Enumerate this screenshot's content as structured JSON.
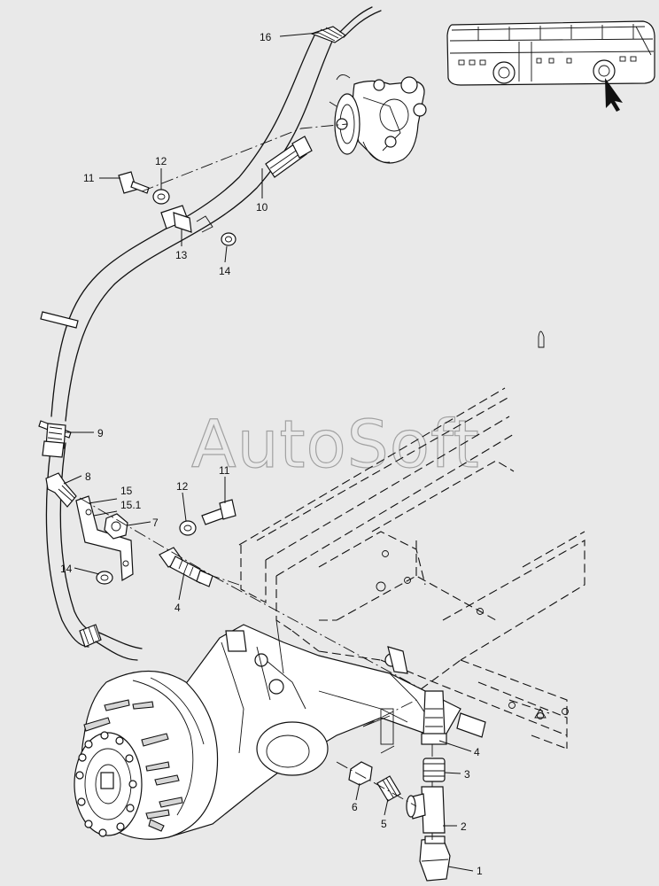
{
  "watermark": "AutoSoft",
  "callouts": [
    {
      "id": "16",
      "label": "16"
    },
    {
      "id": "11a",
      "label": "11"
    },
    {
      "id": "12a",
      "label": "12"
    },
    {
      "id": "10",
      "label": "10"
    },
    {
      "id": "13",
      "label": "13"
    },
    {
      "id": "14a",
      "label": "14"
    },
    {
      "id": "9",
      "label": "9"
    },
    {
      "id": "8",
      "label": "8"
    },
    {
      "id": "15",
      "label": "15"
    },
    {
      "id": "15.1",
      "label": "15.1"
    },
    {
      "id": "7",
      "label": "7"
    },
    {
      "id": "12b",
      "label": "12"
    },
    {
      "id": "11b",
      "label": "11"
    },
    {
      "id": "14b",
      "label": "14"
    },
    {
      "id": "4a",
      "label": "4"
    },
    {
      "id": "4b",
      "label": "4"
    },
    {
      "id": "3",
      "label": "3"
    },
    {
      "id": "6",
      "label": "6"
    },
    {
      "id": "2",
      "label": "2"
    },
    {
      "id": "5",
      "label": "5"
    },
    {
      "id": "1",
      "label": "1"
    }
  ]
}
